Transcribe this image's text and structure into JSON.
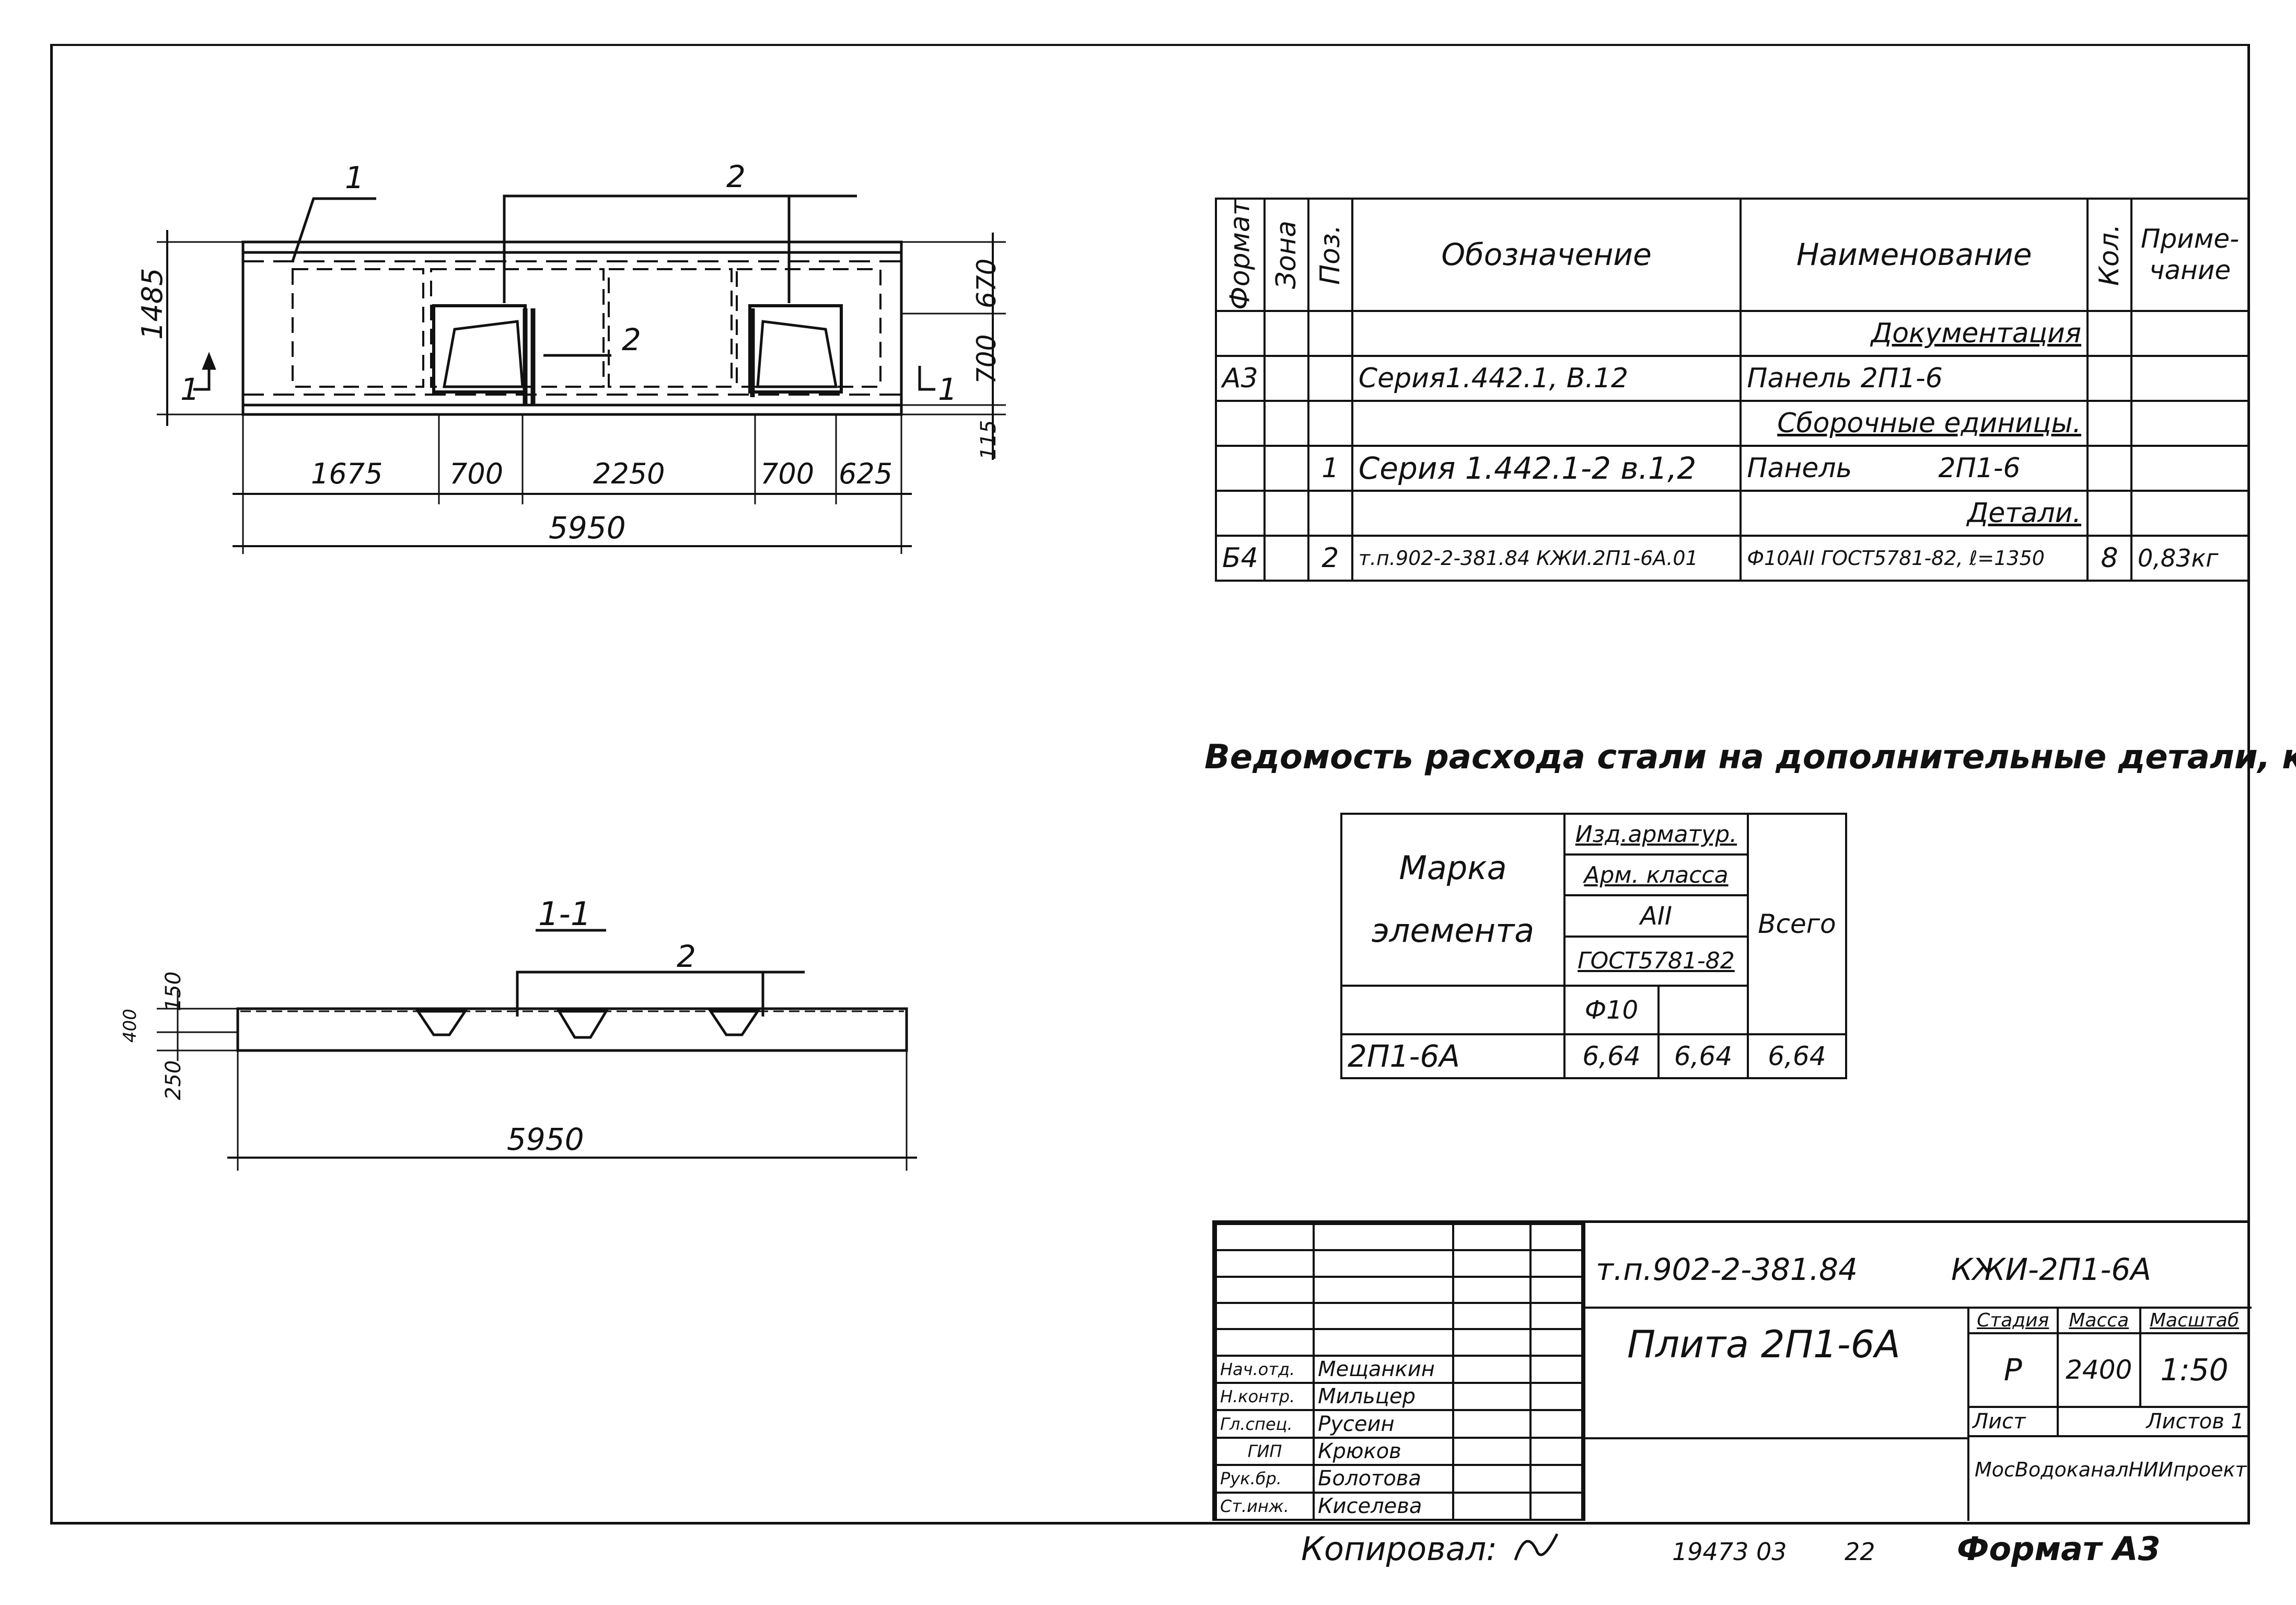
{
  "plan_view": {
    "label_1": "1",
    "label_2": "2",
    "label_2_inner": "2",
    "section_mark_left": "1",
    "section_mark_right": "1",
    "dim_height_total": "1485",
    "dim_right_top": "670",
    "dim_right_mid": "700",
    "dim_right_bottom": "115",
    "dims_bottom": [
      "1675",
      "700",
      "2250",
      "700",
      "625"
    ],
    "dim_total": "5950"
  },
  "section_view": {
    "title": "1-1",
    "label_2": "2",
    "dim_top": "150",
    "dim_mid": "400",
    "dim_bottom": "250",
    "dim_total": "5950"
  },
  "spec_table": {
    "headers": {
      "format": "Формат",
      "zone": "Зона",
      "pos": "Поз.",
      "designation": "Обозначение",
      "name": "Наименование",
      "qty": "Кол.",
      "note_line1": "Приме-",
      "note_line2": "чание"
    },
    "rows": [
      {
        "format": "",
        "zone": "",
        "pos": "",
        "designation": "",
        "name": "Документация",
        "qty": "",
        "note": "",
        "section": true
      },
      {
        "format": "А3",
        "zone": "",
        "pos": "",
        "designation": "Серия1.442.1, В.12",
        "name": "Панель 2П1-6",
        "qty": "",
        "note": "",
        "section": false
      },
      {
        "format": "",
        "zone": "",
        "pos": "",
        "designation": "",
        "name": "Сборочные единицы.",
        "qty": "",
        "note": "",
        "section": true
      },
      {
        "format": "",
        "zone": "",
        "pos": "1",
        "designation": "Серия 1.442.1-2 в.1,2",
        "name": "Панель          2П1-6",
        "qty": "",
        "note": "",
        "section": false
      },
      {
        "format": "",
        "zone": "",
        "pos": "",
        "designation": "",
        "name": "Детали.",
        "qty": "",
        "note": "",
        "section": true
      },
      {
        "format": "Б4",
        "zone": "",
        "pos": "2",
        "designation": "т.п.902-2-381.84 КЖИ.2П1-6А.01",
        "name": "Ф10АII ГОСТ5781-82, ℓ=1350",
        "qty": "8",
        "note": "0,83кг",
        "section": false
      }
    ]
  },
  "steel_table": {
    "title": "Ведомость расхода стали на дополнительные детали, кг",
    "col_mark_line1": "Марка",
    "col_mark_line2": "элемента",
    "h_izd": "Изд.арматур.",
    "h_arm": "Арм. класса",
    "h_class": "АII",
    "h_gost": "ГОСТ5781-82",
    "h_dia": "Ф10",
    "h_total": "Всего",
    "row": {
      "mark": "2П1-6А",
      "v1": "6,64",
      "v2": "6,64",
      "v3": "6,64"
    }
  },
  "title_block": {
    "doc_code": "т.п.902-2-381.84",
    "sheet_code": "КЖИ-2П1-6А",
    "title": "Плита 2П1-6А",
    "stage_label": "Стадия",
    "mass_label": "Масса",
    "scale_label": "Масштаб",
    "stage": "Р",
    "mass": "2400",
    "scale": "1:50",
    "sheet_label": "Лист",
    "sheets_label": "Листов 1",
    "org": "МосВодоканалНИИпроект",
    "people": [
      {
        "role": "Нач.отд.",
        "name": "Мещанкин"
      },
      {
        "role": "Н.контр.",
        "name": "Мильцер"
      },
      {
        "role": "Гл.спец.",
        "name": "Русеин"
      },
      {
        "role": "ГИП",
        "name": "Крюков"
      },
      {
        "role": "Рук.бр.",
        "name": "Болотова"
      },
      {
        "role": "Ст.инж.",
        "name": "Киселева"
      }
    ]
  },
  "footer": {
    "copied": "Копировал:",
    "number": "19473 03",
    "page": "22",
    "format": "Формат А3"
  }
}
